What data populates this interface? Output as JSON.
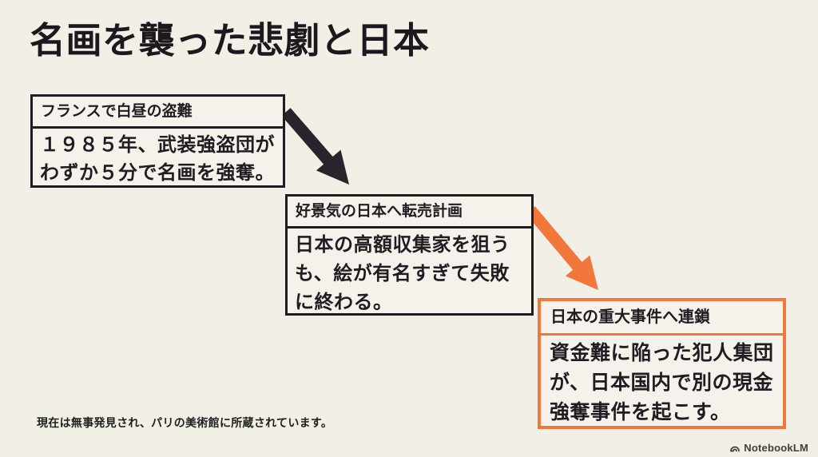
{
  "title": "名画を襲った悲劇と日本",
  "colors": {
    "background": "#f1efe6",
    "box_background": "#f4f2ea",
    "ink": "#211c22",
    "dark_arrow": "#2a232b",
    "orange": "#f1783a"
  },
  "boxes": [
    {
      "header": "フランスで白昼の盗難",
      "body_lines": [
        "１９８５年、武装強盗団が",
        "わずか５分で名画を強奪。"
      ]
    },
    {
      "header": "好景気の日本へ転売計画",
      "body_lines": [
        "日本の高額収集家を狙う",
        "も、絵が有名すぎて失敗",
        "に終わる。"
      ]
    },
    {
      "header": "日本の重大事件へ連鎖",
      "body_lines": [
        "資金難に陥った犯人集団",
        "が、日本国内で別の現金",
        "強奪事件を起こす。"
      ]
    }
  ],
  "footer_note": "現在は無事発見され、パリの美術館に所蔵されています。",
  "branding": {
    "logo_text": "NotebookLM"
  }
}
